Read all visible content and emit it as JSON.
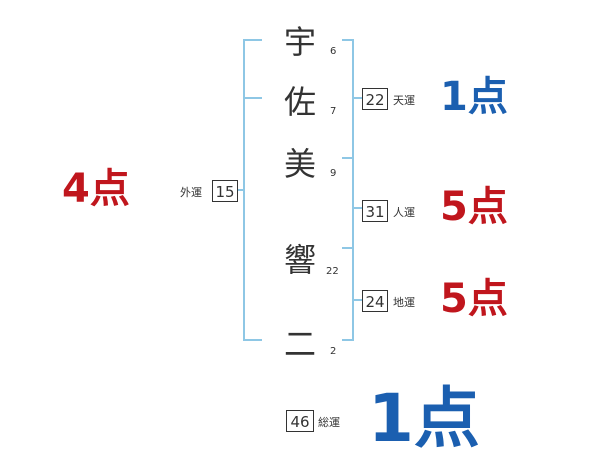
{
  "name_chars": [
    {
      "char": "宇",
      "strokes": "6"
    },
    {
      "char": "佐",
      "strokes": "7"
    },
    {
      "char": "美",
      "strokes": "9"
    },
    {
      "char": "響",
      "strokes": "22"
    },
    {
      "char": "二",
      "strokes": "2"
    }
  ],
  "tenkaku": {
    "label": "天運",
    "value": "22",
    "score": "1点"
  },
  "jinkaku": {
    "label": "人運",
    "value": "31",
    "score": "5点"
  },
  "chikaku": {
    "label": "地運",
    "value": "24",
    "score": "5点"
  },
  "gaikaku": {
    "label": "外運",
    "value": "15",
    "score": "4点"
  },
  "soukaku": {
    "label": "総運",
    "value": "46",
    "score": "1点"
  },
  "colors": {
    "bracket": "#8ec7e5",
    "score_good": "#c0161d",
    "score_bad": "#1b5fb0",
    "text": "#333333"
  }
}
